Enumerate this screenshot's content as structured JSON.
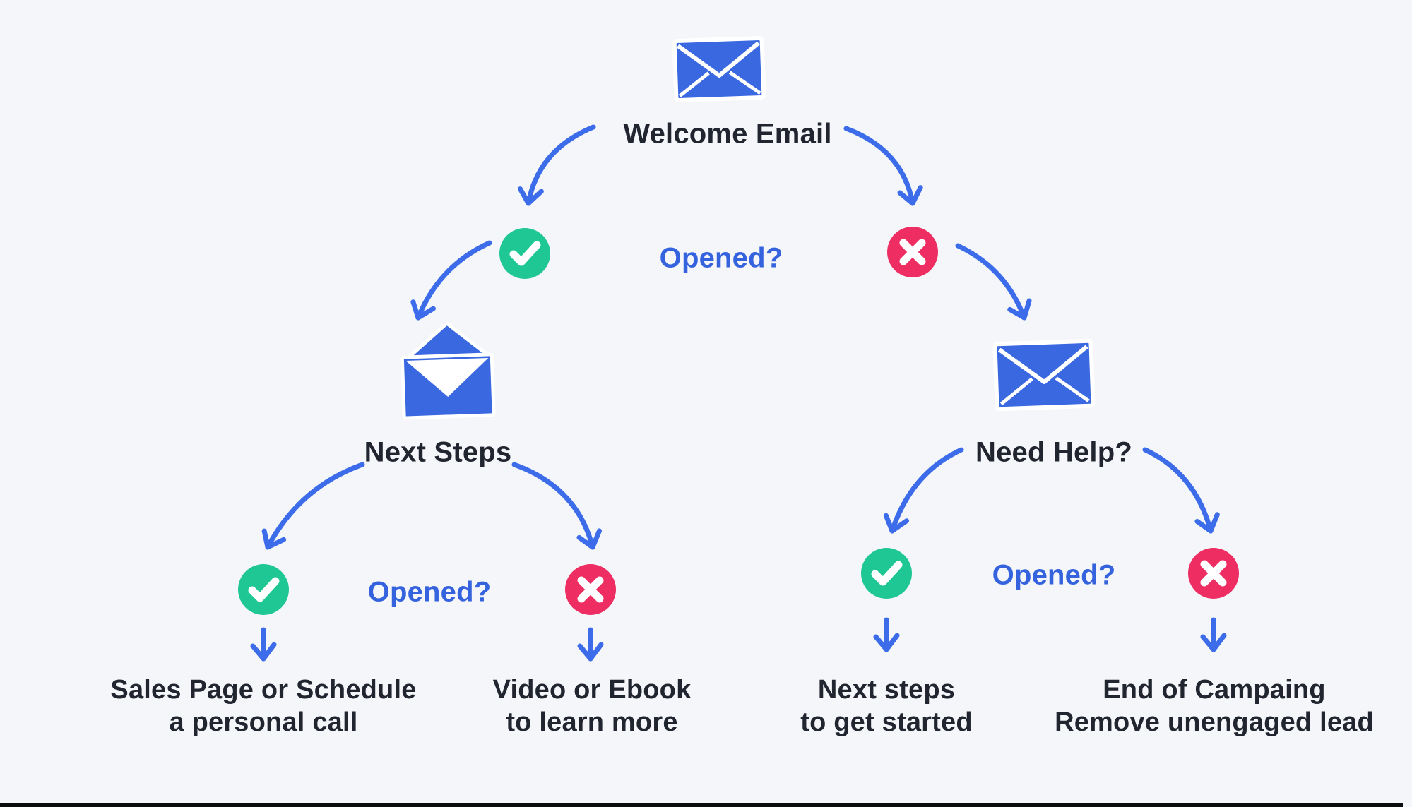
{
  "colors": {
    "background": "#f4f6fa",
    "envelope_blue": "#3a68e0",
    "arrow_blue": "#3c6ce9",
    "question_blue": "#3562dd",
    "check_green": "#1fc795",
    "cross_red": "#ee2d62",
    "text_dark": "#21252f",
    "footer_bar": "#0b0c0e"
  },
  "icons": {
    "top": "closed-envelope-icon",
    "left_branch": "open-envelope-icon",
    "right_branch": "closed-envelope-icon",
    "yes": "check-icon",
    "no": "cross-icon"
  },
  "nodes": {
    "welcome_email": {
      "label": "Welcome Email"
    },
    "opened_top": {
      "label": "Opened?"
    },
    "next_steps": {
      "label": "Next Steps"
    },
    "need_help": {
      "label": "Need Help?"
    },
    "opened_left": {
      "label": "Opened?"
    },
    "opened_right": {
      "label": "Opened?"
    },
    "outcome_sales_call": {
      "line1": "Sales Page or Schedule",
      "line2": "a personal call"
    },
    "outcome_video_ebook": {
      "line1": "Video or Ebook",
      "line2": "to learn more"
    },
    "outcome_next_steps": {
      "line1": "Next steps",
      "line2": "to get started"
    },
    "outcome_end_campaign": {
      "line1": "End of Campaing",
      "line2": "Remove unengaged lead"
    }
  }
}
